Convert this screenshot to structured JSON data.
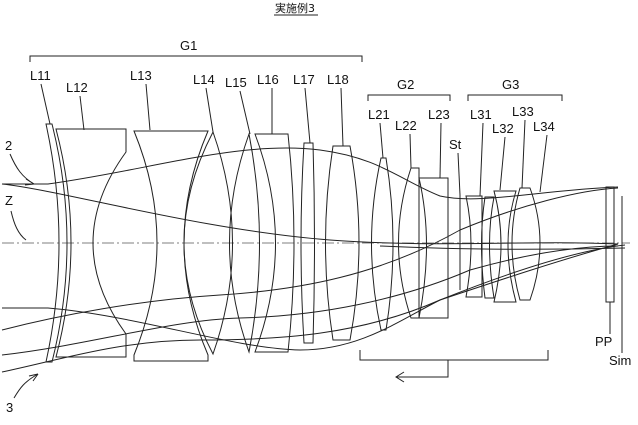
{
  "title": "実施例3",
  "groups": {
    "g1": "G1",
    "g2": "G2",
    "g3": "G3"
  },
  "lenses": {
    "l11": "L11",
    "l12": "L12",
    "l13": "L13",
    "l14": "L14",
    "l15": "L15",
    "l16": "L16",
    "l17": "L17",
    "l18": "L18",
    "l21": "L21",
    "l22": "L22",
    "l23": "L23",
    "l31": "L31",
    "l32": "L32",
    "l33": "L33",
    "l34": "L34"
  },
  "markers": {
    "stop": "St",
    "axis": "Z",
    "ray2": "2",
    "ray3": "3",
    "prism": "PP",
    "image": "Sim"
  }
}
